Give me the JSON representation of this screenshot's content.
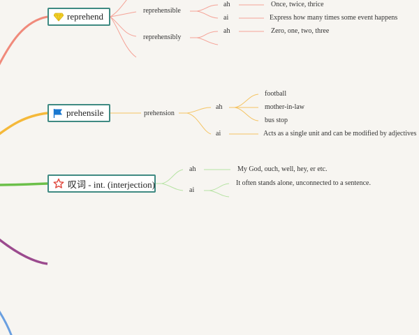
{
  "branches": [
    {
      "label": "reprehend",
      "icon": "diamond-icon",
      "color": "#f08a7b",
      "children": [
        {
          "label": "reprehensible",
          "children": [
            {
              "label": "ah",
              "children": [
                {
                  "label": "Once, twice, thrice"
                }
              ]
            },
            {
              "label": "ai",
              "children": [
                {
                  "label": "Express how many times some event happens"
                }
              ]
            }
          ]
        },
        {
          "label": "reprehensibly",
          "children": [
            {
              "label": "ah",
              "children": [
                {
                  "label": "Zero, one, two, three"
                }
              ]
            }
          ]
        }
      ]
    },
    {
      "label": "prehensile",
      "icon": "flag-icon",
      "color": "#f5b93a",
      "children": [
        {
          "label": "prehension",
          "children": [
            {
              "label": "ah",
              "children": [
                {
                  "label": "football"
                },
                {
                  "label": "mother-in-law"
                },
                {
                  "label": "bus stop"
                }
              ]
            },
            {
              "label": "ai",
              "children": [
                {
                  "label": "Acts as a single unit and can be modified by adjectives"
                }
              ]
            }
          ]
        }
      ]
    },
    {
      "label": "叹词 - int. (interjection)",
      "icon": "star-icon",
      "color": "#a3d98e",
      "children": [
        {
          "label": "ah",
          "children": [
            {
              "label": "My God, ouch, well, hey, er etc."
            }
          ]
        },
        {
          "label": "ai",
          "children": [
            {
              "label": "It often stands alone, unconnected to a sentence."
            }
          ]
        }
      ]
    }
  ],
  "colors": {
    "main_line_green": "#6cc04a",
    "main_line_purple": "#9b4a8e",
    "main_line_blue": "#6a9fe0",
    "node_border": "#3f8a82",
    "star_icon": "#e0483e",
    "flag_icon": "#1a78d0",
    "diamond_icon": "#f2d12a"
  }
}
